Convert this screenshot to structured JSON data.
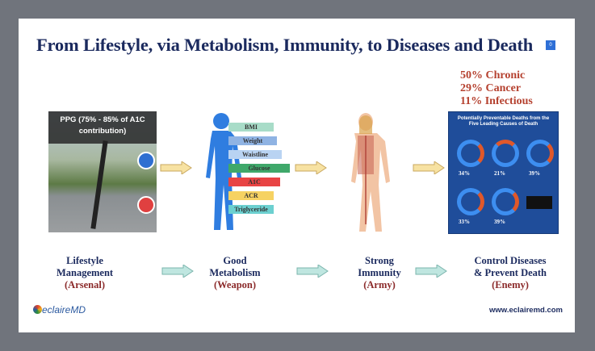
{
  "title": "From Lifestyle, via Metabolism, Immunity, to Diseases and Death",
  "page_badge": "0",
  "stats": [
    "50% Chronic",
    "29% Cancer",
    "11% Infectious"
  ],
  "photo_caption": "PPG (75% - 85% of A1C contribution)",
  "metrics": [
    {
      "label": "BMI",
      "color": "#a8dcc8"
    },
    {
      "label": "Weight",
      "color": "#8fb3e3"
    },
    {
      "label": "Waistline",
      "color": "#b9d3f2"
    },
    {
      "label": "Glucose",
      "color": "#3fa86a"
    },
    {
      "label": "A1C",
      "color": "#e84444"
    },
    {
      "label": "ACR",
      "color": "#f6d262"
    },
    {
      "label": "Triglyceride",
      "color": "#6cd0d0"
    }
  ],
  "infographic": {
    "title": "Potentially Preventable Deaths from the Five Leading Causes of Death",
    "values": [
      "34%",
      "21%",
      "39%",
      "33%",
      "39%"
    ]
  },
  "stages": [
    {
      "line1": "Lifestyle",
      "line2": "Management",
      "role": "(Arsenal)"
    },
    {
      "line1": "Good",
      "line2": "Metabolism",
      "role": "(Weapon)"
    },
    {
      "line1": "Strong",
      "line2": "Immunity",
      "role": "(Army)"
    },
    {
      "line1": "Control Diseases",
      "line2": "& Prevent Death",
      "role": "(Enemy)"
    }
  ],
  "logo": "eclaireMD",
  "url": "www.eclairemd.com"
}
